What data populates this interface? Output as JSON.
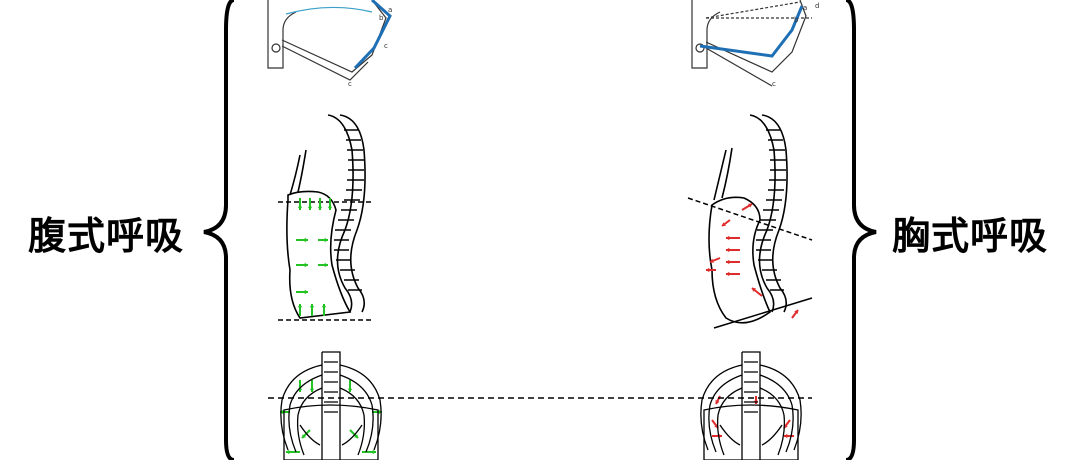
{
  "left": {
    "title": "腹式呼吸",
    "arrow_color": "#22c322",
    "line_color": "#1f6fb5",
    "letters": [
      "a",
      "b",
      "c",
      "c"
    ]
  },
  "right": {
    "title": "胸式呼吸",
    "arrow_color": "#e02b2b",
    "line_color": "#1f6fb5",
    "letters": [
      "d",
      "a",
      "b",
      "c"
    ]
  }
}
